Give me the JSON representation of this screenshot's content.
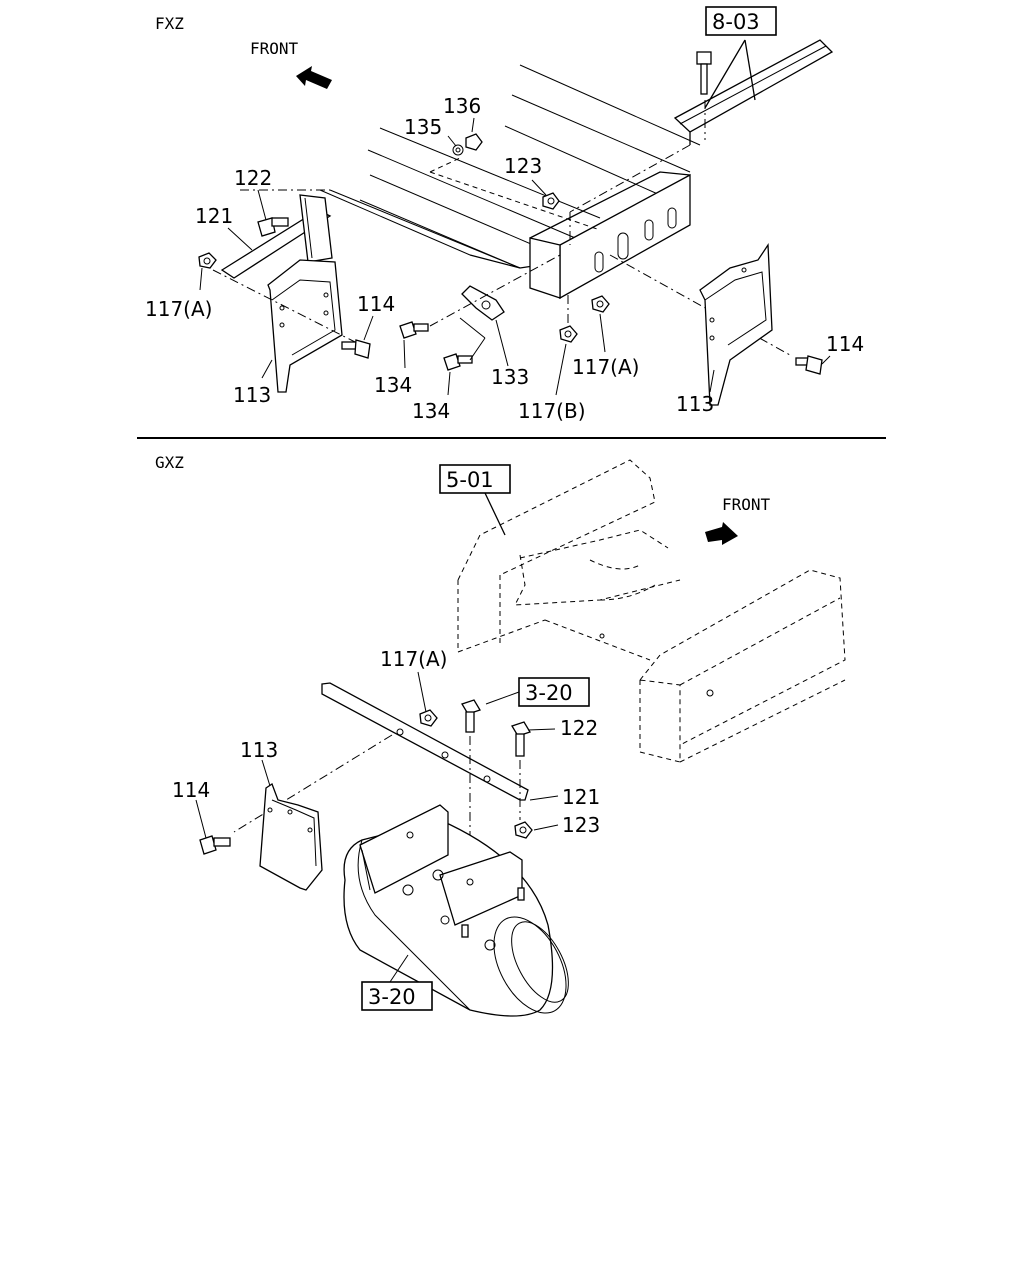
{
  "sections": {
    "top": "FXZ",
    "bottom": "GXZ"
  },
  "direction": {
    "top": "FRONT",
    "bottom": "FRONT"
  },
  "refs": {
    "top_right": "8-03",
    "frame": "5-01",
    "tank_upper": "3-20",
    "tank_lower": "3-20"
  },
  "callouts": {
    "fxz": {
      "p136": "136",
      "p135": "135",
      "p123": "123",
      "p122": "122",
      "p121": "121",
      "p117a_left": "117(A)",
      "p114_left": "114",
      "p113_left": "113",
      "p134_upper": "134",
      "p134_lower": "134",
      "p133": "133",
      "p117b": "117(B)",
      "p117a_right": "117(A)",
      "p113_right": "113",
      "p114_right": "114"
    },
    "gxz": {
      "p117a": "117(A)",
      "p122": "122",
      "p121": "121",
      "p123": "123",
      "p113": "113",
      "p114": "114"
    }
  }
}
